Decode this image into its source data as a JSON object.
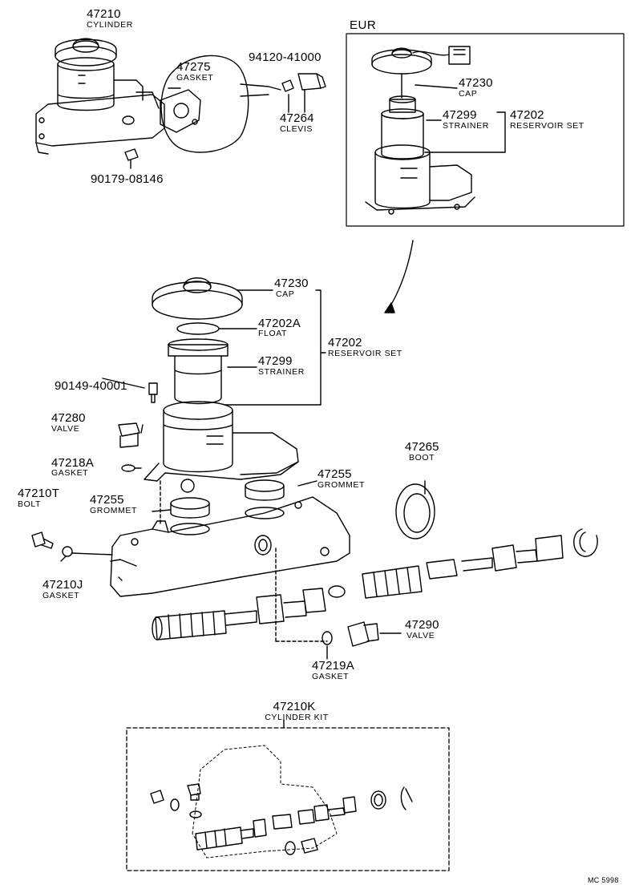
{
  "diagram": {
    "eur_label": "EUR",
    "footer_code": "MC 5998",
    "parts": {
      "cylinder": {
        "number": "47210",
        "name": "CYLINDER"
      },
      "gasket_top": {
        "number": "47275",
        "name": "GASKET"
      },
      "nut": {
        "number": "94120-41000"
      },
      "clevis": {
        "number": "47264",
        "name": "CLEVIS"
      },
      "plug": {
        "number": "90179-08146"
      },
      "eur_cap": {
        "number": "47230",
        "name": "CAP"
      },
      "eur_strainer": {
        "number": "47299",
        "name": "STRAINER"
      },
      "eur_reservoir": {
        "number": "47202",
        "name": "RESERVOIR SET"
      },
      "cap": {
        "number": "47230",
        "name": "CAP"
      },
      "float": {
        "number": "47202A",
        "name": "FLOAT"
      },
      "reservoir": {
        "number": "47202",
        "name": "RESERVOIR SET"
      },
      "strainer": {
        "number": "47299",
        "name": "STRAINER"
      },
      "screw": {
        "number": "90149-40001"
      },
      "valve_top": {
        "number": "47280",
        "name": "VALVE"
      },
      "gasket_218": {
        "number": "47218A",
        "name": "GASKET"
      },
      "bolt": {
        "number": "47210T",
        "name": "BOLT"
      },
      "grommet_left": {
        "number": "47255",
        "name": "GROMMET"
      },
      "grommet_right": {
        "number": "47255",
        "name": "GROMMET"
      },
      "boot": {
        "number": "47265",
        "name": "BOOT"
      },
      "gasket_210j": {
        "number": "47210J",
        "name": "GASKET"
      },
      "valve_290": {
        "number": "47290",
        "name": "VALVE"
      },
      "gasket_219": {
        "number": "47219A",
        "name": "GASKET"
      },
      "kit": {
        "number": "47210K",
        "name": "CYLINDER KIT"
      }
    }
  }
}
